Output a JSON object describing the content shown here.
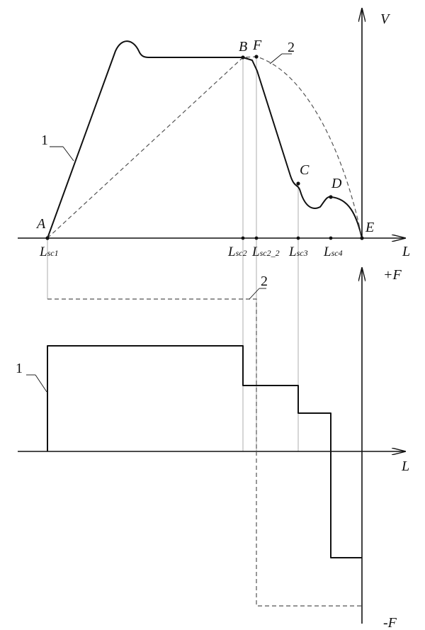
{
  "axes": {
    "top_vertical": "V",
    "top_horizontal": "L",
    "bottom_positive": "+F",
    "bottom_negative": "-F",
    "bottom_horizontal": "L"
  },
  "points": {
    "a": "A",
    "b": "B",
    "f": "F",
    "c": "C",
    "d": "D",
    "e": "E"
  },
  "positions": {
    "sc1": "sc1",
    "sc2": "sc2",
    "sc2_2": "sc2_2",
    "sc3": "sc3",
    "sc4": "sc4",
    "prefix": "L"
  },
  "curve_labels": {
    "top_curve_1": "1",
    "top_curve_2": "2",
    "bottom_curve_1": "1",
    "bottom_curve_2": "2"
  }
}
